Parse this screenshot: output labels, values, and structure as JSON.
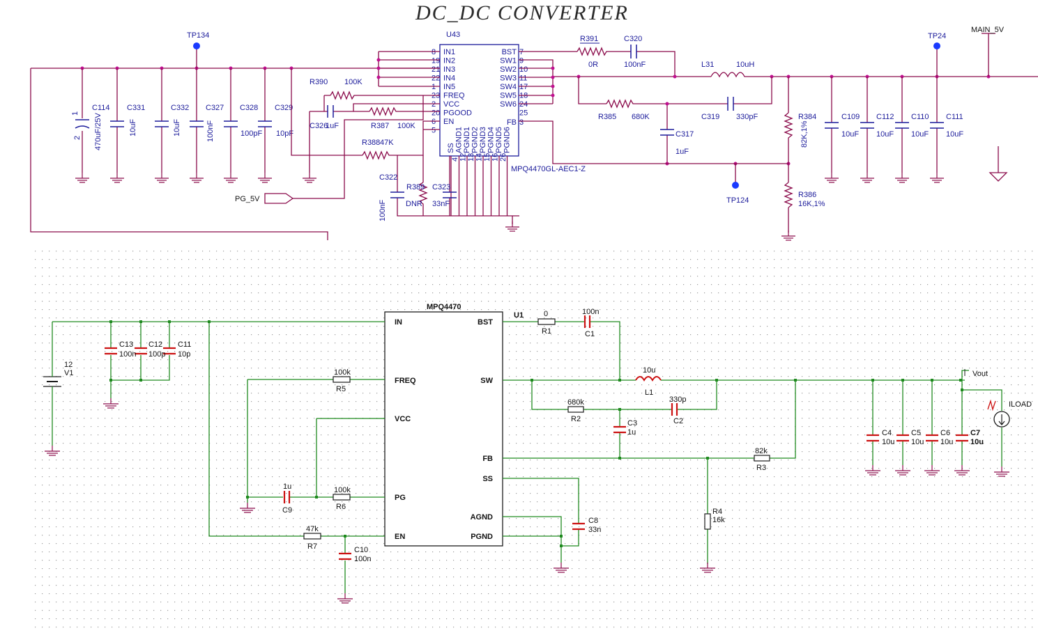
{
  "top": {
    "title": "DC_DC   CONVERTER",
    "ic_ref": "U43",
    "ic_part": "MPQ4470GL-AEC1-Z",
    "left_pins": [
      {
        "num": "8",
        "name": "IN1"
      },
      {
        "num": "19",
        "name": "IN2"
      },
      {
        "num": "21",
        "name": "IN3"
      },
      {
        "num": "22",
        "name": "IN4"
      },
      {
        "num": "1",
        "name": "IN5"
      },
      {
        "num": "23",
        "name": "FREQ"
      },
      {
        "num": "2",
        "name": "VCC"
      },
      {
        "num": "20",
        "name": "PGOOD"
      },
      {
        "num": "6",
        "name": "EN"
      },
      {
        "num": "5",
        "name": ""
      }
    ],
    "right_pins": [
      {
        "num": "7",
        "name": "BST"
      },
      {
        "num": "9",
        "name": "SW1"
      },
      {
        "num": "10",
        "name": "SW2"
      },
      {
        "num": "11",
        "name": "SW3"
      },
      {
        "num": "17",
        "name": "SW4"
      },
      {
        "num": "18",
        "name": "SW5"
      },
      {
        "num": "24",
        "name": "SW6"
      },
      {
        "num": "25",
        "name": ""
      },
      {
        "num": "3",
        "name": "FB"
      }
    ],
    "bottom_pins": [
      "SS",
      "AGND1",
      "PGND1",
      "PGND2",
      "PGND3",
      "PGND4",
      "PGND5",
      "PGND6"
    ],
    "bottom_nums": [
      "4",
      "12",
      "13",
      "14",
      "15",
      "16",
      "26"
    ],
    "test_points": {
      "tp134": "TP134",
      "tp24": "TP24",
      "tp124": "TP124"
    },
    "net_main": "MAIN_5V",
    "net_pg": "PG_5V",
    "input_caps": [
      {
        "ref": "C114",
        "val": "470uF/25V",
        "pin1": "1",
        "pin2": "2"
      },
      {
        "ref": "C331",
        "val": "10uF"
      },
      {
        "ref": "C332",
        "val": "10uF"
      },
      {
        "ref": "C327",
        "val": "100nF"
      },
      {
        "ref": "C328",
        "val": "100pF"
      },
      {
        "ref": "C329",
        "val": "10pF"
      }
    ],
    "r390": {
      "ref": "R390",
      "val": "100K"
    },
    "c326": {
      "ref": "C326",
      "val": "1uF"
    },
    "r387": {
      "ref": "R387",
      "val": "100K"
    },
    "r388": {
      "ref": "R388",
      "val": "47K"
    },
    "c322": {
      "ref": "C322",
      "val": "100nF"
    },
    "r389": {
      "ref": "R389",
      "val": "DNR"
    },
    "c323": {
      "ref": "C323",
      "val": "33nF"
    },
    "r391": {
      "ref": "R391",
      "val": "0R"
    },
    "c320": {
      "ref": "C320",
      "val": "100nF"
    },
    "l31": {
      "ref": "L31",
      "val": "10uH"
    },
    "r385": {
      "ref": "R385",
      "val": "680K"
    },
    "c319": {
      "ref": "C319",
      "val": "330pF"
    },
    "c317": {
      "ref": "C317",
      "val": "1uF"
    },
    "r384": {
      "ref": "R384",
      "val": "82K,1%"
    },
    "r386": {
      "ref": "R386",
      "val": "16K,1%"
    },
    "out_caps": [
      {
        "ref": "C109",
        "val": "10uF"
      },
      {
        "ref": "C112",
        "val": "10uF"
      },
      {
        "ref": "C110",
        "val": "10uF"
      },
      {
        "ref": "C111",
        "val": "10uF"
      }
    ]
  },
  "bottom": {
    "ic_name": "MPQ4470",
    "ic_ref": "U1",
    "left_pins": [
      "IN",
      "FREQ",
      "VCC",
      "PG",
      "EN"
    ],
    "right_pins": [
      "BST",
      "SW",
      "FB",
      "SS",
      "AGND",
      "PGND"
    ],
    "v1": {
      "ref": "V1",
      "val": "12"
    },
    "c13": {
      "ref": "C13",
      "val": "100n"
    },
    "c12": {
      "ref": "C12",
      "val": "100p"
    },
    "c11": {
      "ref": "C11",
      "val": "10p"
    },
    "r5": {
      "ref": "R5",
      "val": "100k"
    },
    "r6": {
      "ref": "R6",
      "val": "100k"
    },
    "c9": {
      "ref": "C9",
      "val": "1u"
    },
    "r7": {
      "ref": "R7",
      "val": "47k"
    },
    "c10": {
      "ref": "C10",
      "val": "100n"
    },
    "r1": {
      "ref": "R1",
      "val": "0"
    },
    "c1": {
      "ref": "C1",
      "val": "100n"
    },
    "l1": {
      "ref": "L1",
      "val": "10u"
    },
    "r2": {
      "ref": "R2",
      "val": "680k"
    },
    "c2": {
      "ref": "C2",
      "val": "330p"
    },
    "c3": {
      "ref": "C3",
      "val": "1u"
    },
    "r3": {
      "ref": "R3",
      "val": "82k"
    },
    "r4": {
      "ref": "R4",
      "val": "16k"
    },
    "c8": {
      "ref": "C8",
      "val": "33n"
    },
    "out_caps": [
      {
        "ref": "C4",
        "val": "10u"
      },
      {
        "ref": "C5",
        "val": "10u"
      },
      {
        "ref": "C6",
        "val": "10u"
      },
      {
        "ref": "C7",
        "val": "10u"
      }
    ],
    "vout": "Vout",
    "iload": "ILOAD"
  }
}
